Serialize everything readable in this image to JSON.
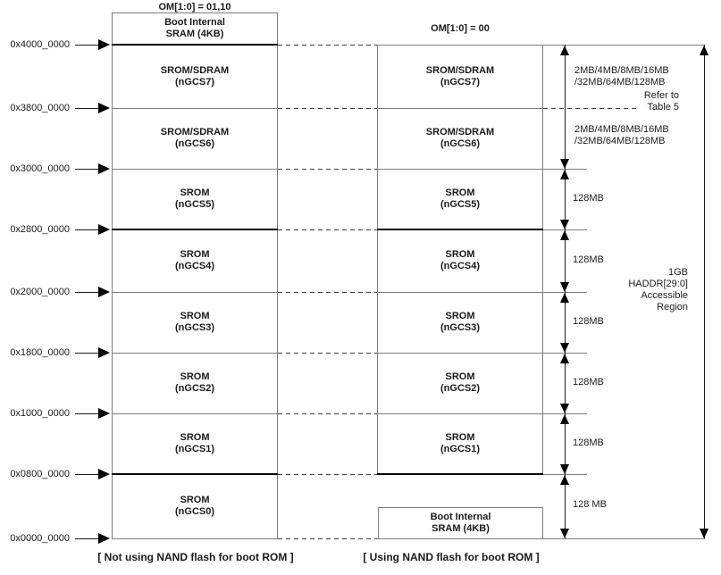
{
  "figure": {
    "left_column": {
      "header": "OM[1:0] = 01,10",
      "caption": "[ Not using NAND flash for boot ROM ]",
      "blocks": [
        {
          "l1": "Boot Internal",
          "l2": "SRAM (4KB)"
        },
        {
          "l1": "SROM/SDRAM",
          "l2": "(nGCS7)"
        },
        {
          "l1": "SROM/SDRAM",
          "l2": "(nGCS6)"
        },
        {
          "l1": "SROM",
          "l2": "(nGCS5)"
        },
        {
          "l1": "SROM",
          "l2": "(nGCS4)"
        },
        {
          "l1": "SROM",
          "l2": "(nGCS3)"
        },
        {
          "l1": "SROM",
          "l2": "(nGCS2)"
        },
        {
          "l1": "SROM",
          "l2": "(nGCS1)"
        },
        {
          "l1": "SROM",
          "l2": "(nGCS0)"
        }
      ]
    },
    "right_column": {
      "header": "OM[1:0] = 00",
      "caption": "[ Using NAND flash for boot ROM ]",
      "blocks": [
        {
          "l1": "SROM/SDRAM",
          "l2": "(nGCS7)"
        },
        {
          "l1": "SROM/SDRAM",
          "l2": "(nGCS6)"
        },
        {
          "l1": "SROM",
          "l2": "(nGCS5)"
        },
        {
          "l1": "SROM",
          "l2": "(nGCS4)"
        },
        {
          "l1": "SROM",
          "l2": "(nGCS3)"
        },
        {
          "l1": "SROM",
          "l2": "(nGCS2)"
        },
        {
          "l1": "SROM",
          "l2": "(nGCS1)"
        },
        {
          "l1": "Boot Internal",
          "l2": "SRAM (4KB)"
        }
      ]
    },
    "addresses": [
      "0x4000_0000",
      "0x3800_0000",
      "0x3000_0000",
      "0x2800_0000",
      "0x2000_0000",
      "0x1800_0000",
      "0x1000_0000",
      "0x0800_0000",
      "0x0000_0000"
    ],
    "annotations": {
      "ngcs7_size_l1": "2MB/4MB/8MB/16MB",
      "ngcs7_size_l2": "/32MB/64MB/128MB",
      "refer_l1": "Refer to",
      "refer_l2": "Table 5",
      "ngcs6_size_l1": "2MB/4MB/8MB/16MB",
      "ngcs6_size_l2": "/32MB/64MB/128MB",
      "seg_sizes": [
        "128MB",
        "128MB",
        "128MB",
        "128MB",
        "128MB",
        "128 MB"
      ],
      "total_l1": "1GB",
      "total_l2": "HADDR[29:0]",
      "total_l3": "Accessible",
      "total_l4": "Region"
    }
  }
}
